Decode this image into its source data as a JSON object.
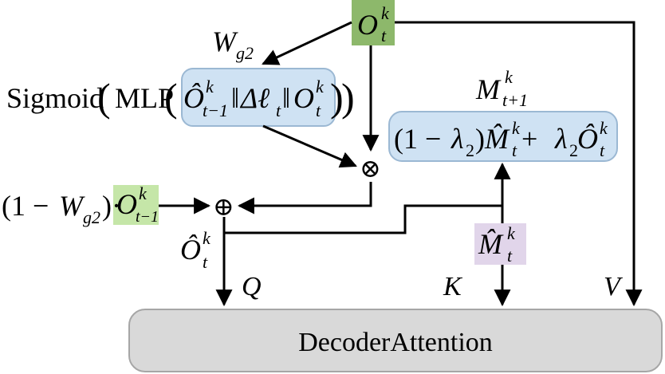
{
  "colors": {
    "green_box": "#8db86b",
    "light_green_box": "#c5e6a8",
    "blue_box": "#cfe2f3",
    "blue_border": "#9bb8d3",
    "purple_box": "#e1d5ea",
    "decoder_fill": "#d9d9d9",
    "decoder_border": "#a6a6a6",
    "line": "#000000"
  },
  "nodes": {
    "o_t_k": {
      "base": "O",
      "sub": "t",
      "sup": "k"
    },
    "w_g2": {
      "base": "W",
      "sub": "g2"
    },
    "gate_formula": {
      "sigmoid": "Sigmoid",
      "mlp": "MLP",
      "o_hat_prev": {
        "base": "Ô",
        "sub": "t−1",
        "sup": "k"
      },
      "concat": "‖",
      "delta_l": {
        "base": "Δℓ",
        "sub": "t"
      },
      "o_t": {
        "base": "O",
        "sub": "t",
        "sup": "k"
      }
    },
    "multiply_symbol": "⊗",
    "add_symbol": "⊕",
    "residual": {
      "prefix": "(1 − ",
      "w": {
        "base": "W",
        "sub": "g2"
      },
      "suffix": ")·",
      "o_prev": {
        "base": "O",
        "sub": "t−1",
        "sup": "k"
      }
    },
    "o_hat_t": {
      "base": "Ô",
      "sub": "t",
      "sup": "k"
    },
    "memory_update": {
      "m_next": {
        "base": "M",
        "sub": "t+1",
        "sup": "k"
      },
      "expr_open": "(1 − ",
      "lambda2_a": {
        "base": "λ",
        "sub": "2"
      },
      "expr_close": ")",
      "m_hat": {
        "base": "M̂",
        "sub": "t",
        "sup": "k"
      },
      "plus": " + ",
      "lambda2_b": {
        "base": "λ",
        "sub": "2"
      },
      "o_hat": {
        "base": "Ô",
        "sub": "t",
        "sup": "k"
      }
    },
    "m_hat_t": {
      "base": "M̂",
      "sub": "t",
      "sup": "k"
    },
    "q_label": "Q",
    "k_label": "K",
    "v_label": "V",
    "decoder": "DecoderAttention"
  }
}
